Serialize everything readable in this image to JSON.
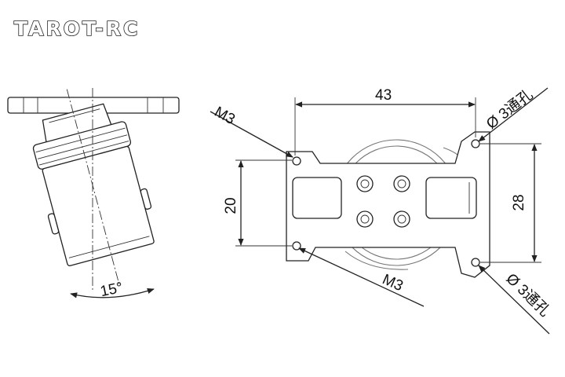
{
  "brand": {
    "logo_text": "TAROT-RC"
  },
  "side_view": {
    "tilt_angle_label": "15°"
  },
  "front_view": {
    "width_label": "43",
    "hole_spacing_left_label": "20",
    "hole_spacing_right_label": "28",
    "thread_top_left_label": "M3",
    "thread_bottom_label": "M3",
    "hole_top_right_label": "Ø 3通孔",
    "hole_bottom_right_label": "Ø 3通孔"
  }
}
